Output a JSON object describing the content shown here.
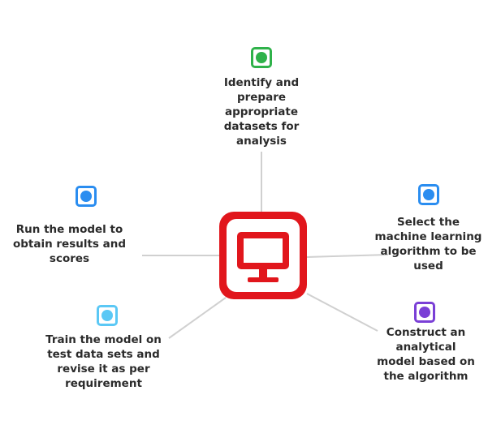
{
  "center": {
    "icon": "computer-monitor-icon",
    "color": "#e1161c"
  },
  "nodes": [
    {
      "id": "identify",
      "label": "Identify and prepare appropriate datasets for analysis",
      "icon": "circle-icon",
      "color": "#2fb24a"
    },
    {
      "id": "select",
      "label": "Select the machine learning algorithm to be used",
      "icon": "circle-icon",
      "color": "#2a8df0"
    },
    {
      "id": "construct",
      "label": "Construct an analytical model based on the algorithm",
      "icon": "circle-icon",
      "color": "#7a3fd6"
    },
    {
      "id": "train",
      "label": "Train the model on test data sets and revise it as per requirement",
      "icon": "circle-icon",
      "color": "#5bc8f5"
    },
    {
      "id": "run",
      "label": "Run the model to obtain results and scores",
      "icon": "circle-icon",
      "color": "#2a8df0"
    }
  ]
}
